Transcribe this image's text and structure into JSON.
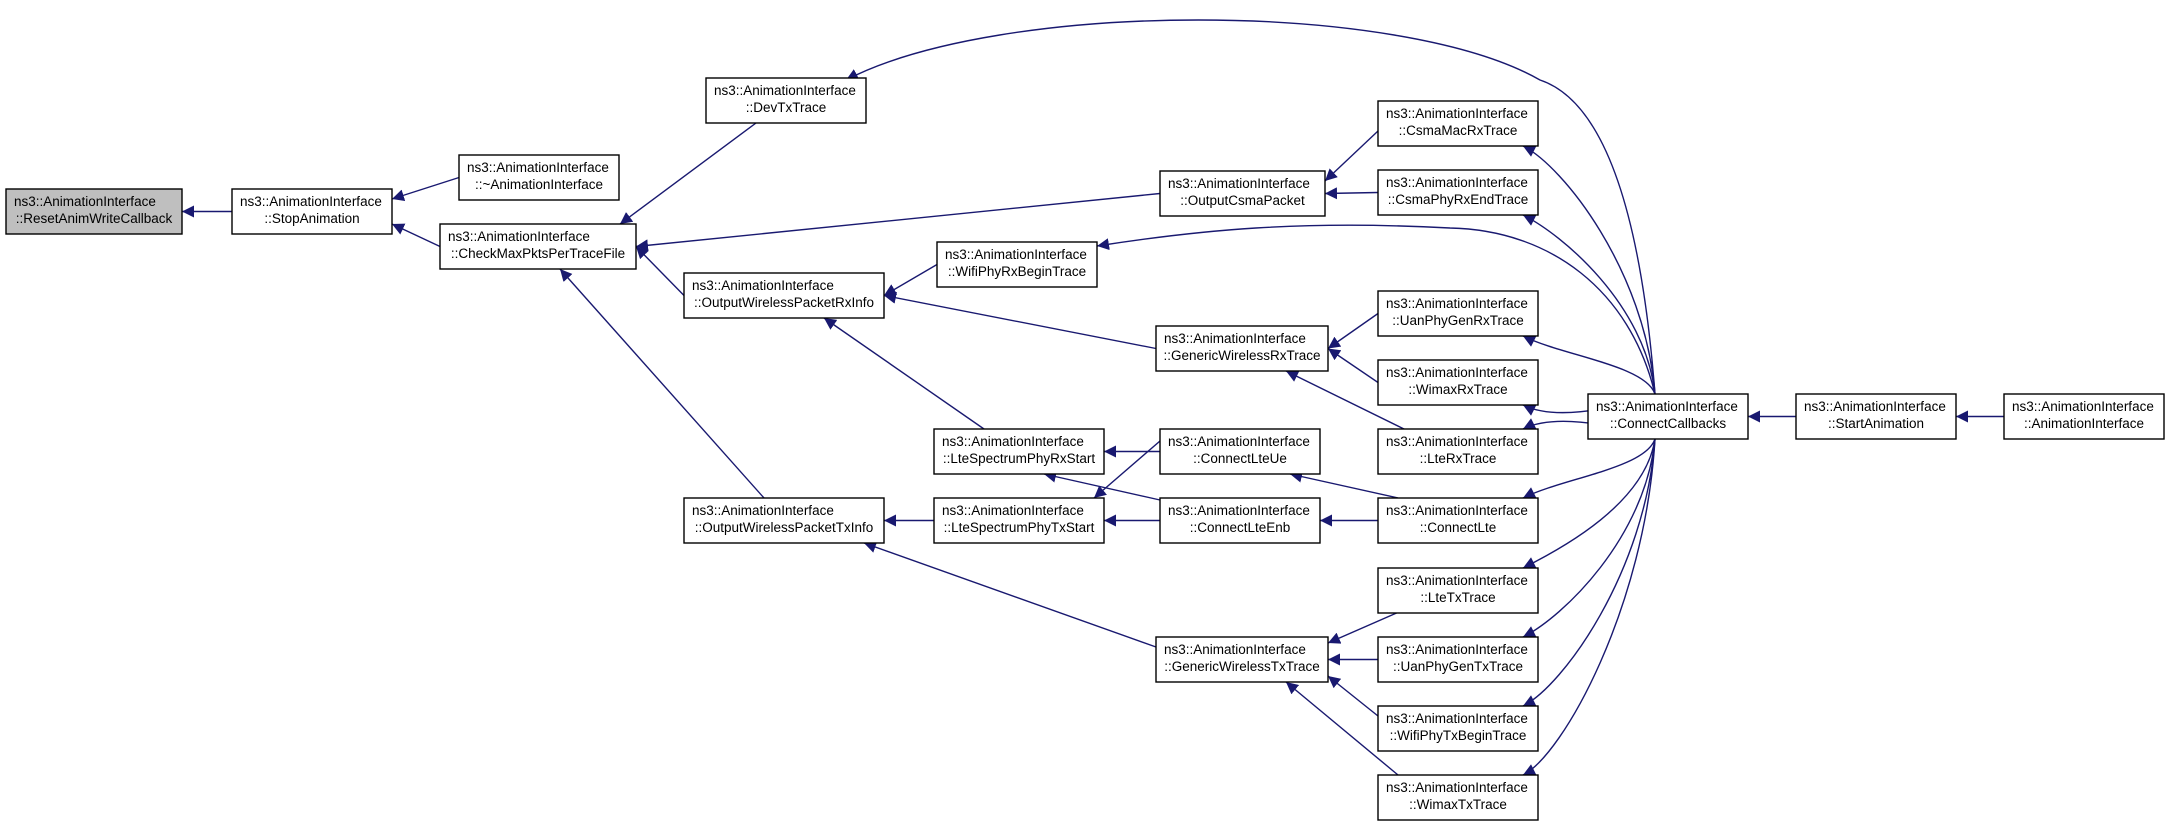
{
  "graph": {
    "nodes": [
      {
        "id": "resetanimwritecallback",
        "lines": [
          "ns3::AnimationInterface",
          "::ResetAnimWriteCallback"
        ],
        "highlight": true
      },
      {
        "id": "stopanimation",
        "lines": [
          "ns3::AnimationInterface",
          "::StopAnimation"
        ]
      },
      {
        "id": "destructor",
        "lines": [
          "ns3::AnimationInterface",
          "::~AnimationInterface"
        ]
      },
      {
        "id": "checkmaxpktspertracefile",
        "lines": [
          "ns3::AnimationInterface",
          "::CheckMaxPktsPerTraceFile"
        ]
      },
      {
        "id": "devtxtrace",
        "lines": [
          "ns3::AnimationInterface",
          "::DevTxTrace"
        ]
      },
      {
        "id": "outputwirelesspacketrxinfo",
        "lines": [
          "ns3::AnimationInterface",
          "::OutputWirelessPacketRxInfo"
        ]
      },
      {
        "id": "outputwirelesspackettxinfo",
        "lines": [
          "ns3::AnimationInterface",
          "::OutputWirelessPacketTxInfo"
        ]
      },
      {
        "id": "wifiphyrxbegintrace",
        "lines": [
          "ns3::AnimationInterface",
          "::WifiPhyRxBeginTrace"
        ]
      },
      {
        "id": "ltespectrumphyrxstart",
        "lines": [
          "ns3::AnimationInterface",
          "::LteSpectrumPhyRxStart"
        ]
      },
      {
        "id": "ltespectrumphytxstart",
        "lines": [
          "ns3::AnimationInterface",
          "::LteSpectrumPhyTxStart"
        ]
      },
      {
        "id": "outputcsmapacket",
        "lines": [
          "ns3::AnimationInterface",
          "::OutputCsmaPacket"
        ]
      },
      {
        "id": "genericwirelessrxtrace",
        "lines": [
          "ns3::AnimationInterface",
          "::GenericWirelessRxTrace"
        ]
      },
      {
        "id": "connectlteue",
        "lines": [
          "ns3::AnimationInterface",
          "::ConnectLteUe"
        ]
      },
      {
        "id": "connectlteenb",
        "lines": [
          "ns3::AnimationInterface",
          "::ConnectLteEnb"
        ]
      },
      {
        "id": "genericwirelesstxtrace",
        "lines": [
          "ns3::AnimationInterface",
          "::GenericWirelessTxTrace"
        ]
      },
      {
        "id": "csmamacrxtrace",
        "lines": [
          "ns3::AnimationInterface",
          "::CsmaMacRxTrace"
        ]
      },
      {
        "id": "csmaphyrxendtrace",
        "lines": [
          "ns3::AnimationInterface",
          "::CsmaPhyRxEndTrace"
        ]
      },
      {
        "id": "uanphygenrxtrace",
        "lines": [
          "ns3::AnimationInterface",
          "::UanPhyGenRxTrace"
        ]
      },
      {
        "id": "wimaxrxtrace",
        "lines": [
          "ns3::AnimationInterface",
          "::WimaxRxTrace"
        ]
      },
      {
        "id": "lterxtrace",
        "lines": [
          "ns3::AnimationInterface",
          "::LteRxTrace"
        ]
      },
      {
        "id": "connectlte",
        "lines": [
          "ns3::AnimationInterface",
          "::ConnectLte"
        ]
      },
      {
        "id": "ltetxtrace",
        "lines": [
          "ns3::AnimationInterface",
          "::LteTxTrace"
        ]
      },
      {
        "id": "uanphygentxtrace",
        "lines": [
          "ns3::AnimationInterface",
          "::UanPhyGenTxTrace"
        ]
      },
      {
        "id": "wifiphytxbegintrace",
        "lines": [
          "ns3::AnimationInterface",
          "::WifiPhyTxBeginTrace"
        ]
      },
      {
        "id": "wimaxtxtrace",
        "lines": [
          "ns3::AnimationInterface",
          "::WimaxTxTrace"
        ]
      },
      {
        "id": "connectcallbacks",
        "lines": [
          "ns3::AnimationInterface",
          "::ConnectCallbacks"
        ]
      },
      {
        "id": "startanimation",
        "lines": [
          "ns3::AnimationInterface",
          "::StartAnimation"
        ]
      },
      {
        "id": "animationinterface",
        "lines": [
          "ns3::AnimationInterface",
          "::AnimationInterface"
        ]
      }
    ],
    "edges": [
      {
        "from": "stopanimation",
        "to": "resetanimwritecallback"
      },
      {
        "from": "destructor",
        "to": "stopanimation"
      },
      {
        "from": "checkmaxpktspertracefile",
        "to": "stopanimation"
      },
      {
        "from": "devtxtrace",
        "to": "checkmaxpktspertracefile"
      },
      {
        "from": "outputcsmapacket",
        "to": "checkmaxpktspertracefile"
      },
      {
        "from": "outputwirelesspacketrxinfo",
        "to": "checkmaxpktspertracefile"
      },
      {
        "from": "outputwirelesspackettxinfo",
        "to": "checkmaxpktspertracefile"
      },
      {
        "from": "wifiphyrxbegintrace",
        "to": "outputwirelesspacketrxinfo"
      },
      {
        "from": "genericwirelessrxtrace",
        "to": "outputwirelesspacketrxinfo"
      },
      {
        "from": "ltespectrumphyrxstart",
        "to": "outputwirelesspacketrxinfo"
      },
      {
        "from": "ltespectrumphytxstart",
        "to": "outputwirelesspackettxinfo"
      },
      {
        "from": "genericwirelesstxtrace",
        "to": "outputwirelesspackettxinfo"
      },
      {
        "from": "connectlteue",
        "to": "ltespectrumphyrxstart"
      },
      {
        "from": "connectlteenb",
        "to": "ltespectrumphyrxstart"
      },
      {
        "from": "connectlteue",
        "to": "ltespectrumphytxstart"
      },
      {
        "from": "connectlteenb",
        "to": "ltespectrumphytxstart"
      },
      {
        "from": "csmamacrxtrace",
        "to": "outputcsmapacket"
      },
      {
        "from": "csmaphyrxendtrace",
        "to": "outputcsmapacket"
      },
      {
        "from": "uanphygenrxtrace",
        "to": "genericwirelessrxtrace"
      },
      {
        "from": "wimaxrxtrace",
        "to": "genericwirelessrxtrace"
      },
      {
        "from": "lterxtrace",
        "to": "genericwirelessrxtrace"
      },
      {
        "from": "ltetxtrace",
        "to": "genericwirelesstxtrace"
      },
      {
        "from": "uanphygentxtrace",
        "to": "genericwirelesstxtrace"
      },
      {
        "from": "wifiphytxbegintrace",
        "to": "genericwirelesstxtrace"
      },
      {
        "from": "wimaxtxtrace",
        "to": "genericwirelesstxtrace"
      },
      {
        "from": "connectlte",
        "to": "connectlteue"
      },
      {
        "from": "connectlte",
        "to": "connectlteenb"
      },
      {
        "from": "connectcallbacks",
        "to": "devtxtrace"
      },
      {
        "from": "connectcallbacks",
        "to": "wifiphyrxbegintrace"
      },
      {
        "from": "connectcallbacks",
        "to": "csmamacrxtrace"
      },
      {
        "from": "connectcallbacks",
        "to": "csmaphyrxendtrace"
      },
      {
        "from": "connectcallbacks",
        "to": "uanphygenrxtrace"
      },
      {
        "from": "connectcallbacks",
        "to": "wimaxrxtrace"
      },
      {
        "from": "connectcallbacks",
        "to": "lterxtrace"
      },
      {
        "from": "connectcallbacks",
        "to": "connectlte"
      },
      {
        "from": "connectcallbacks",
        "to": "ltetxtrace"
      },
      {
        "from": "connectcallbacks",
        "to": "uanphygentxtrace"
      },
      {
        "from": "connectcallbacks",
        "to": "wifiphytxbegintrace"
      },
      {
        "from": "connectcallbacks",
        "to": "wimaxtxtrace"
      },
      {
        "from": "startanimation",
        "to": "connectcallbacks"
      },
      {
        "from": "animationinterface",
        "to": "startanimation"
      }
    ],
    "colors": {
      "edge": "#191970",
      "highlight_fill": "#bfbfbf",
      "node_fill": "#ffffff",
      "node_border": "#000000"
    }
  }
}
